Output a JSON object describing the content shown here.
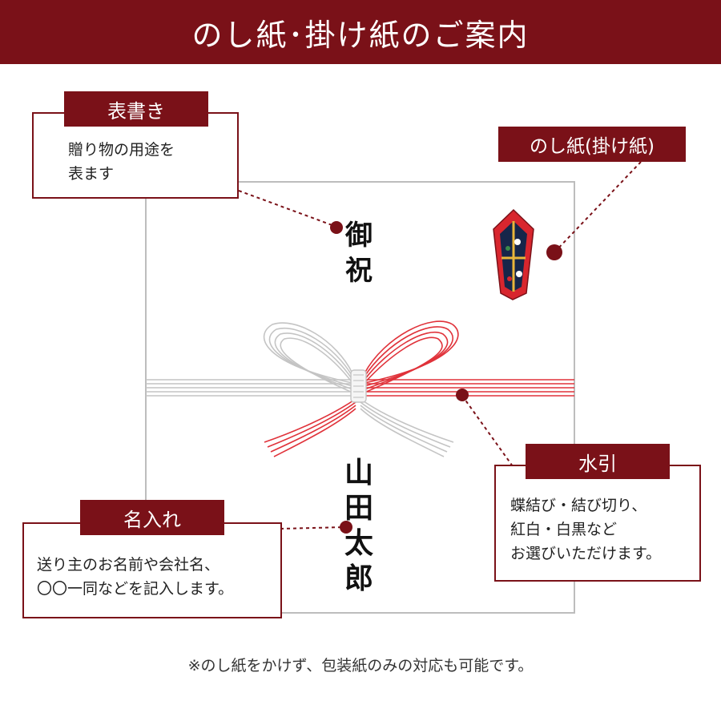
{
  "banner": {
    "title": "のし紙･掛け紙のご案内"
  },
  "omotegaki": {
    "label": "表書き",
    "description_line1": "贈り物の用途を",
    "description_line2": "表ます",
    "text_chars": [
      "御",
      "祝"
    ]
  },
  "noshi": {
    "label": "のし紙(掛け紙)"
  },
  "mizuhiki": {
    "label": "水引",
    "description_line1": "蝶結び・結び切り、",
    "description_line2": "紅白・白黒など",
    "description_line3": "お選びいただけます。"
  },
  "naire": {
    "label": "名入れ",
    "description_line1": "送り主のお名前や会社名、",
    "description_line2": "〇〇一同などを記入します。",
    "text_chars": [
      "山",
      "田",
      "太",
      "郎"
    ]
  },
  "footnote": "※のし紙をかけず、包装紙のみの対応も可能です。",
  "colors": {
    "brand": "#7a1118",
    "mizuhiki_red": "#e0323a",
    "mizuhiki_silver": "#bcbcbc"
  }
}
